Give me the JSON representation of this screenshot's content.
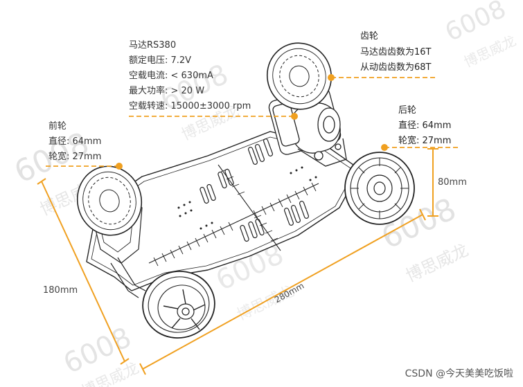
{
  "motor": {
    "title": "马达RS380",
    "rated_voltage": "额定电压:  7.2V",
    "no_load_current": "空载电流:  < 630mA",
    "max_power": "最大功率:  > 20 W",
    "no_load_speed": "空载转速:  15000±3000 rpm"
  },
  "gear": {
    "title": "齿轮",
    "motor_teeth": "马达齿齿数为16T",
    "driven_teeth": "从动齿齿数为68T"
  },
  "front_wheel": {
    "title": "前轮",
    "diameter": "直径:  64mm",
    "width": "轮宽:  27mm"
  },
  "rear_wheel": {
    "title": "后轮",
    "diameter": "直径:  64mm",
    "width": "轮宽:  27mm"
  },
  "dimensions": {
    "height": "80mm",
    "width": "180mm",
    "length": "280mm"
  },
  "watermark": {
    "brand": "博思威龙",
    "number": "6008"
  },
  "credit": "CSDN @今天美美吃饭啦",
  "colors": {
    "accent": "#f0a020",
    "line": "#222222",
    "watermark": "#d9d9d9"
  }
}
